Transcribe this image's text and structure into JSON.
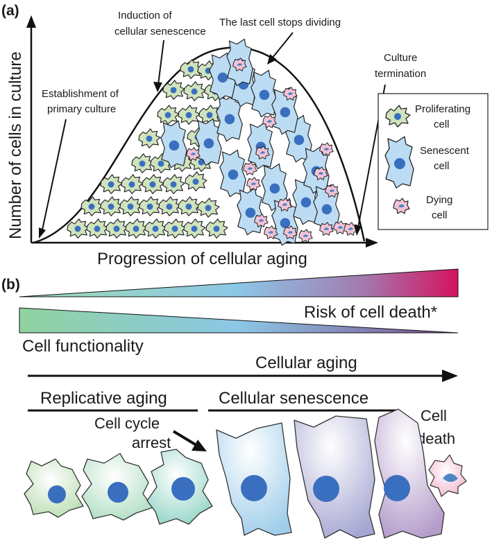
{
  "panel_a": {
    "label": "(a)",
    "y_axis_label": "Number of cells in culture",
    "x_axis_label": "Progression of cellular aging",
    "annotations": {
      "establishment_line1": "Establishment of",
      "establishment_line2": "primary culture",
      "induction_line1": "Induction of",
      "induction_line2": "cellular senescence",
      "last_cell": "The last cell stops dividing",
      "termination_line1": "Culture",
      "termination_line2": "termination"
    },
    "legend": {
      "proliferating_line1": "Proliferating",
      "proliferating_line2": "cell",
      "senescent_line1": "Senescent",
      "senescent_line2": "cell",
      "dying_line1": "Dying",
      "dying_line2": "cell"
    }
  },
  "panel_b": {
    "label": "(b)",
    "risk_label": "Risk of cell death*",
    "functionality_label": "Cell functionality",
    "aging_label": "Cellular aging",
    "replicative_label": "Replicative aging",
    "senescence_label": "Cellular senescence",
    "arrest_line1": "Cell cycle",
    "arrest_line2": "arrest",
    "death_line1": "Cell",
    "death_line2": "death"
  },
  "colors": {
    "proliferating_fill": "#cfe3bd",
    "senescent_fill": "#bcdcf3",
    "dying_fill": "#f3c3d6",
    "nucleus": "#3a6fbf",
    "gradient_green": "#8fd3a0",
    "gradient_blue": "#8cc7e6",
    "gradient_magenta": "#d4135f"
  }
}
